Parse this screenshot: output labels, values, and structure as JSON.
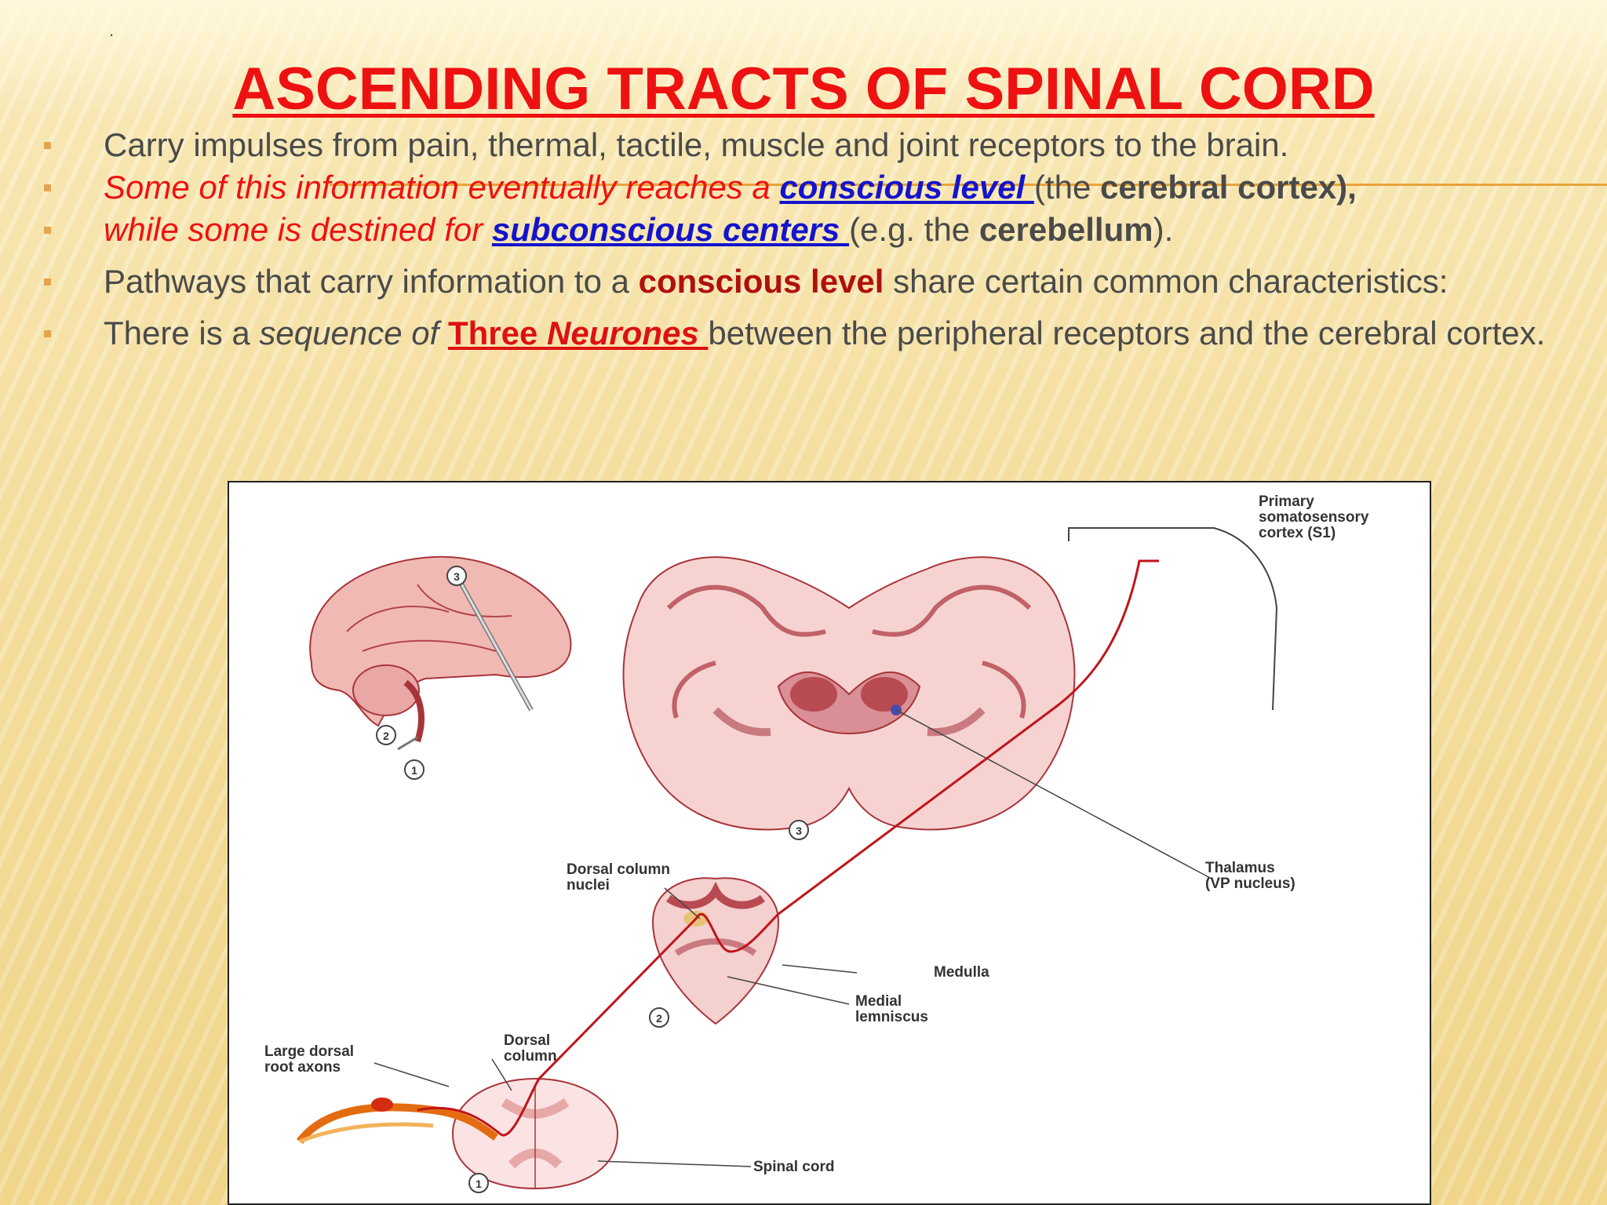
{
  "slide": {
    "corner_mark": ".",
    "title": "ASCENDING TRACTS OF SPINAL CORD",
    "bullets": [
      {
        "text": "Carry impulses from pain, thermal, tactile, muscle and joint receptors to the brain."
      },
      {
        "part1": "Some of this information eventually reaches a ",
        "link": "conscious level ",
        "part2": "(the ",
        "bold": "cerebral cortex),"
      },
      {
        "part1": "while some is destined for ",
        "link": "subconscious centers ",
        "part2": "(e.g. the ",
        "bold": "cerebellum",
        "part3": ")."
      },
      {
        "part1": "Pathways that carry information to a ",
        "bold": "conscious level",
        "part2": " share certain common characteristics:"
      },
      {
        "part1": "There is a ",
        "italic": "sequence of ",
        "red_a": "Three ",
        "red_b": "Neurones ",
        "part2": "between the peripheral receptors and the cerebral cortex."
      }
    ]
  },
  "figure": {
    "labels": {
      "s1": [
        "Primary",
        "somatosensory",
        "cortex (S1)"
      ],
      "thalamus": [
        "Thalamus",
        "(VP nucleus)"
      ],
      "dorsal_nuclei": [
        "Dorsal column",
        "nuclei"
      ],
      "medulla": "Medulla",
      "lemniscus": [
        "Medial",
        "lemniscus"
      ],
      "dorsal_column": [
        "Dorsal",
        "column"
      ],
      "root_axons": [
        "Large dorsal",
        "root axons"
      ],
      "spinal_cord": "Spinal cord"
    },
    "markers": {
      "brain_3": "3",
      "brain_2": "2",
      "brain_1": "1",
      "coronal_3": "3",
      "medulla_2": "2",
      "cord_1": "1"
    }
  },
  "colors": {
    "title": "#ee1111",
    "body_text": "#4a4a4a",
    "link": "#1414cc",
    "accent_bullet": "#e3a450",
    "tissue": "#f3cfcf",
    "tract": "#c0141a"
  }
}
